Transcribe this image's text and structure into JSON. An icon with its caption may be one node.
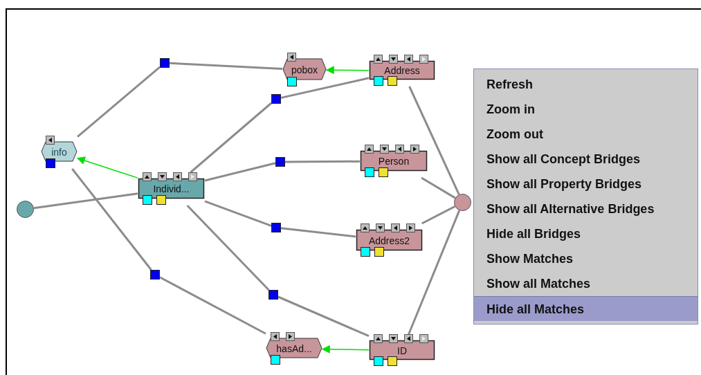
{
  "diagram": {
    "nodes": [
      {
        "text": [
          "pobox"
        ]
      },
      {
        "text": [
          "Address"
        ]
      },
      {
        "text": [],
        "shape": "box"
      },
      {
        "text": [],
        "shape": "box"
      },
      {
        "text": [
          "info"
        ]
      },
      {
        "text": [
          "Individ..."
        ]
      },
      {
        "text": [],
        "shape": "box"
      },
      {
        "text": [
          "Person"
        ]
      },
      {
        "text": [],
        "shape": "circle"
      },
      {
        "text": [],
        "shape": "circle"
      },
      {
        "text": [
          "Address2"
        ]
      },
      {
        "text": [],
        "shape": "box"
      },
      {
        "text": [],
        "shape": "box"
      },
      {
        "text": [],
        "shape": "box"
      },
      {
        "text": [
          "hasAd..."
        ]
      },
      {
        "text": [
          "ID"
        ]
      }
    ],
    "edges": [
      {
        "from": 1,
        "to": 0,
        "arrow": "to",
        "color": "#00e000"
      },
      {
        "from": 5,
        "to": 4,
        "arrow": "to",
        "color": "#00e000"
      },
      {
        "from": 15,
        "to": 14,
        "arrow": "to",
        "color": "#00e000"
      },
      {
        "from": 4,
        "to": 2,
        "arrow": "none"
      },
      {
        "from": 2,
        "to": 0,
        "arrow": "none"
      },
      {
        "from": 5,
        "to": 3,
        "arrow": "none"
      },
      {
        "from": 3,
        "to": 1,
        "arrow": "none"
      },
      {
        "from": 5,
        "to": 6,
        "arrow": "none"
      },
      {
        "from": 6,
        "to": 7,
        "arrow": "none"
      },
      {
        "from": 5,
        "to": 11,
        "arrow": "none"
      },
      {
        "from": 11,
        "to": 10,
        "arrow": "none"
      },
      {
        "from": 4,
        "to": 12,
        "arrow": "none"
      },
      {
        "from": 12,
        "to": 14,
        "arrow": "none"
      },
      {
        "from": 5,
        "to": 13,
        "arrow": "none"
      },
      {
        "from": 13,
        "to": 15,
        "arrow": "none"
      },
      {
        "from": 8,
        "to": 5,
        "arrow": "none"
      },
      {
        "from": 9,
        "to": 1,
        "arrow": "none"
      },
      {
        "from": 9,
        "to": 7,
        "arrow": "none"
      },
      {
        "from": 9,
        "to": 10,
        "arrow": "none"
      },
      {
        "from": 9,
        "to": 15,
        "arrow": "none"
      }
    ],
    "labels": [
      "Refresh",
      "Zoom in",
      "Zoom out",
      "Show all Concept Bridges",
      "Show all Property Bridges",
      "Show all Alternative Bridges",
      "Hide all Bridges",
      "Show Matches",
      "Show all Matches",
      "Hide all Matches"
    ]
  }
}
